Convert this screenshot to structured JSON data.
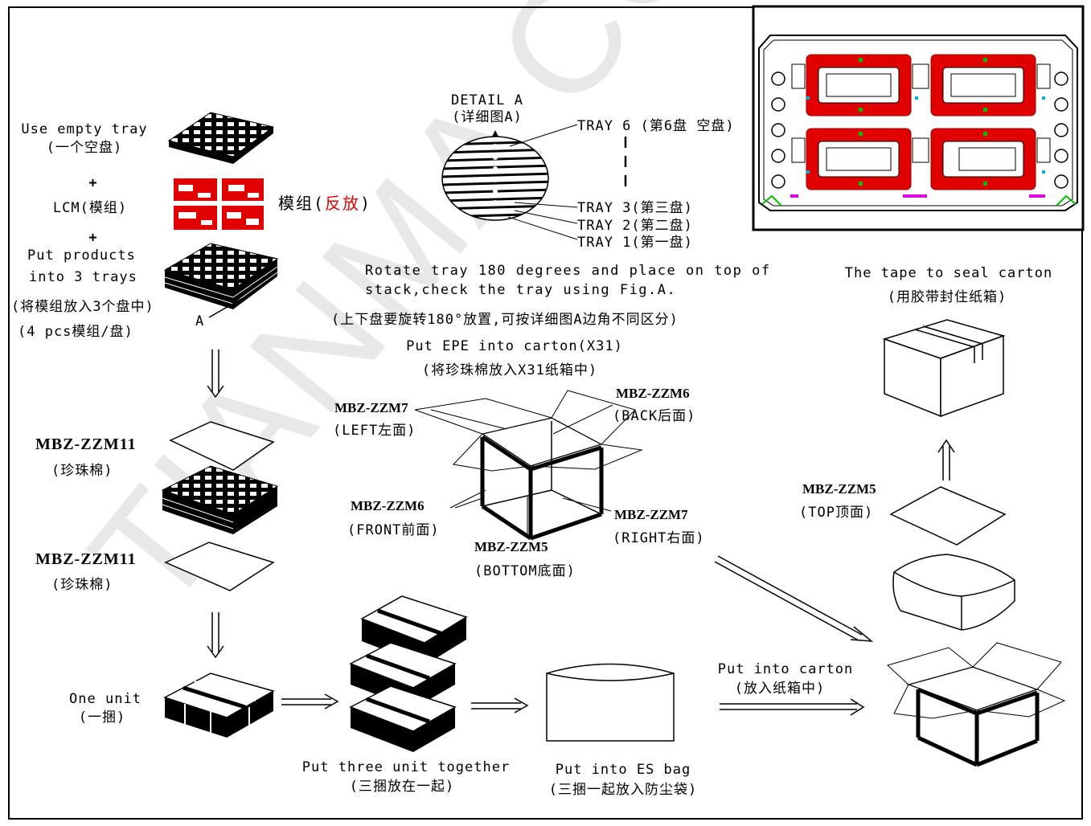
{
  "watermark": "TIANMA CONFIDENTIAL",
  "tray_stack": {
    "use_empty_tray": "Use empty tray",
    "use_empty_tray_cn": "(一个空盘)",
    "plus": "+",
    "lcm": "LCM(模组)",
    "module_label": "模组",
    "module_reverse": "反放",
    "put_products_1": "Put products",
    "put_products_2": "into 3 trays",
    "put_products_cn": "(将模组放入3个盘中)",
    "per_tray": "(4 pcs模组/盘)",
    "callout_a": "A"
  },
  "detail": {
    "title": "DETAIL A",
    "title_cn": "(详细图A)",
    "tray6": "TRAY 6  (第6盘 空盘)",
    "tray3": "TRAY 3(第三盘)",
    "tray2": "TRAY 2(第二盘)",
    "tray1": "TRAY 1(第一盘)",
    "rotate_1": "Rotate tray 180 degrees and place on top of",
    "rotate_2": "stack,check the tray using Fig.A.",
    "rotate_cn": "(上下盘要旋转180°放置,可按详细图A边角不同区分)"
  },
  "epe": {
    "put_epe": "Put EPE into  carton(X31)",
    "put_epe_cn": "(将珍珠棉放入X31纸箱中)",
    "left_code": "MBZ-ZZM7",
    "left_label": "(LEFT左面)",
    "back_code": "MBZ-ZZM6",
    "back_label": "(BACK后面)",
    "front_code": "MBZ-ZZM6",
    "front_label": "(FRONT前面)",
    "right_code": "MBZ-ZZM7",
    "right_label": "(RIGHT右面)",
    "bottom_code": "MBZ-ZZM5",
    "bottom_label": "(BOTTOM底面)"
  },
  "unit": {
    "pad_top_code": "MBZ-ZZM11",
    "pad_top_cn": "(珍珠棉)",
    "pad_bottom_code": "MBZ-ZZM11",
    "pad_bottom_cn": "(珍珠棉)",
    "one_unit": "One unit",
    "one_unit_cn": "(一捆)",
    "three_units": "Put three unit together",
    "three_units_cn": "(三捆放在一起)",
    "es_bag": "Put into ES bag",
    "es_bag_cn": "(三捆一起放入防尘袋)",
    "into_carton": "Put into carton",
    "into_carton_cn": "(放入纸箱中)"
  },
  "carton": {
    "tape": "The tape to seal carton",
    "tape_cn": "(用胶带封住纸箱)",
    "top_code": "MBZ-ZZM5",
    "top_label": "(TOP顶面)"
  }
}
